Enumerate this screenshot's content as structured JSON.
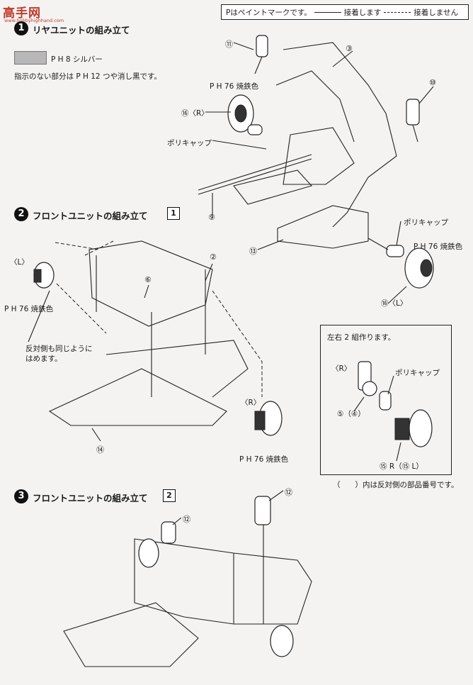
{
  "header": {
    "logo_text": "高手网",
    "logo_sub": "www.hobbyhighhand.com",
    "legend": {
      "paint_mark": "Pはペイントマークです。",
      "glued": "接着します",
      "not_glued": "接着しません"
    }
  },
  "step1": {
    "number": "1",
    "title": "リヤユニットの組み立て",
    "swatch_label": "P H 8 シルバー",
    "note": "指示のない部分は P H 12 つや消し黒です。",
    "labels": {
      "paint76": "P H 76 焼鉄色",
      "hub_r": "⑯〈R〉",
      "polycap1": "ポリキャップ",
      "polycap2": "ポリキャップ",
      "paint76b": "P H 76 焼鉄色",
      "hub_l": "⑯〈L〉"
    },
    "callouts": [
      "⑪",
      "③",
      "⑩",
      "⑨",
      "⑬"
    ]
  },
  "step2": {
    "number": "2",
    "title": "フロントユニットの組み立て",
    "ref": "1",
    "labels": {
      "left": "〈L〉",
      "paint76": "P H 76 焼鉄色",
      "same_side_1": "反対側も同じように",
      "same_side_2": "はめます。",
      "right": "〈R〉",
      "paint76b": "P H 76 焼鉄色"
    },
    "callouts": [
      "②",
      "⑥",
      "⑭"
    ]
  },
  "inset": {
    "title": "左右 2 組作ります。",
    "r_label": "〈R〉",
    "polycap": "ポリキャップ",
    "part_5": "⑤（④）",
    "part_15": "⑮ R（⑮ L）",
    "footnote": "（　　）内は反対側の部品番号です。"
  },
  "step3": {
    "number": "3",
    "title": "フロントユニットの組み立て",
    "ref": "2",
    "callouts": [
      "⑫",
      "⑫"
    ]
  }
}
